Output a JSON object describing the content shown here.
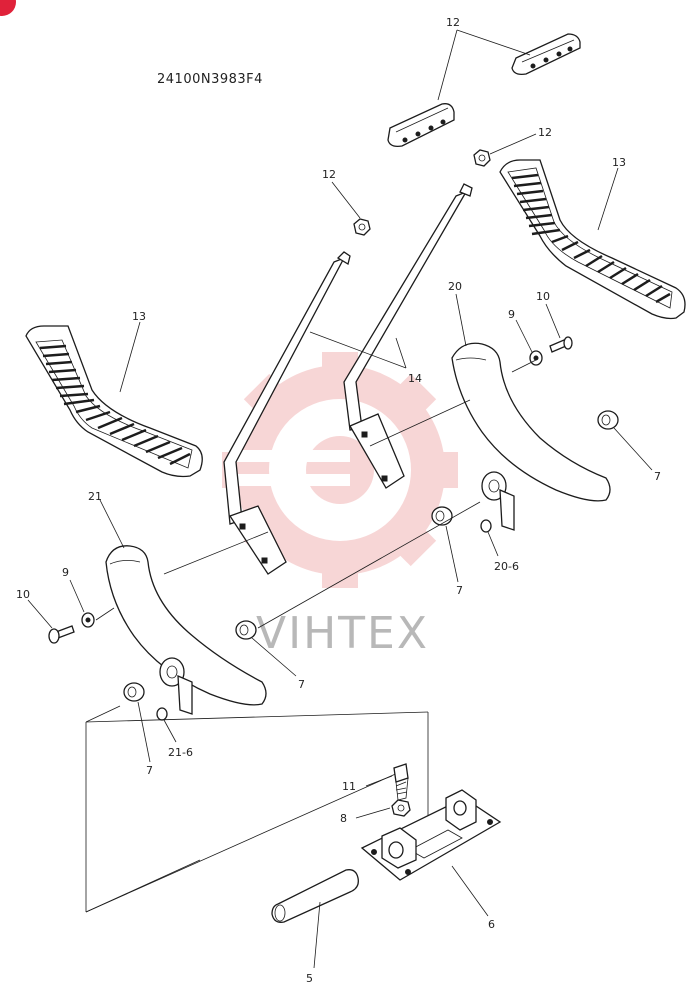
{
  "diagram_code": "24100N3983F4",
  "watermark": "VIHTEX",
  "colors": {
    "watermark_red": "#f2b5b5",
    "corner_badge": "#e0223a",
    "ink": "#1c1c1c"
  },
  "labels": {
    "l12a": "12",
    "l12b": "12",
    "l12c": "12",
    "l13a": "13",
    "l13b": "13",
    "l20": "20",
    "l9a": "9",
    "l10a": "10",
    "l14": "14",
    "l7a": "7",
    "l7b": "7",
    "l7c": "7",
    "l7d": "7",
    "l20_6": "20-6",
    "l21": "21",
    "l9b": "9",
    "l10b": "10",
    "l21_6": "21-6",
    "l11": "11",
    "l8": "8",
    "l6": "6",
    "l5": "5"
  }
}
